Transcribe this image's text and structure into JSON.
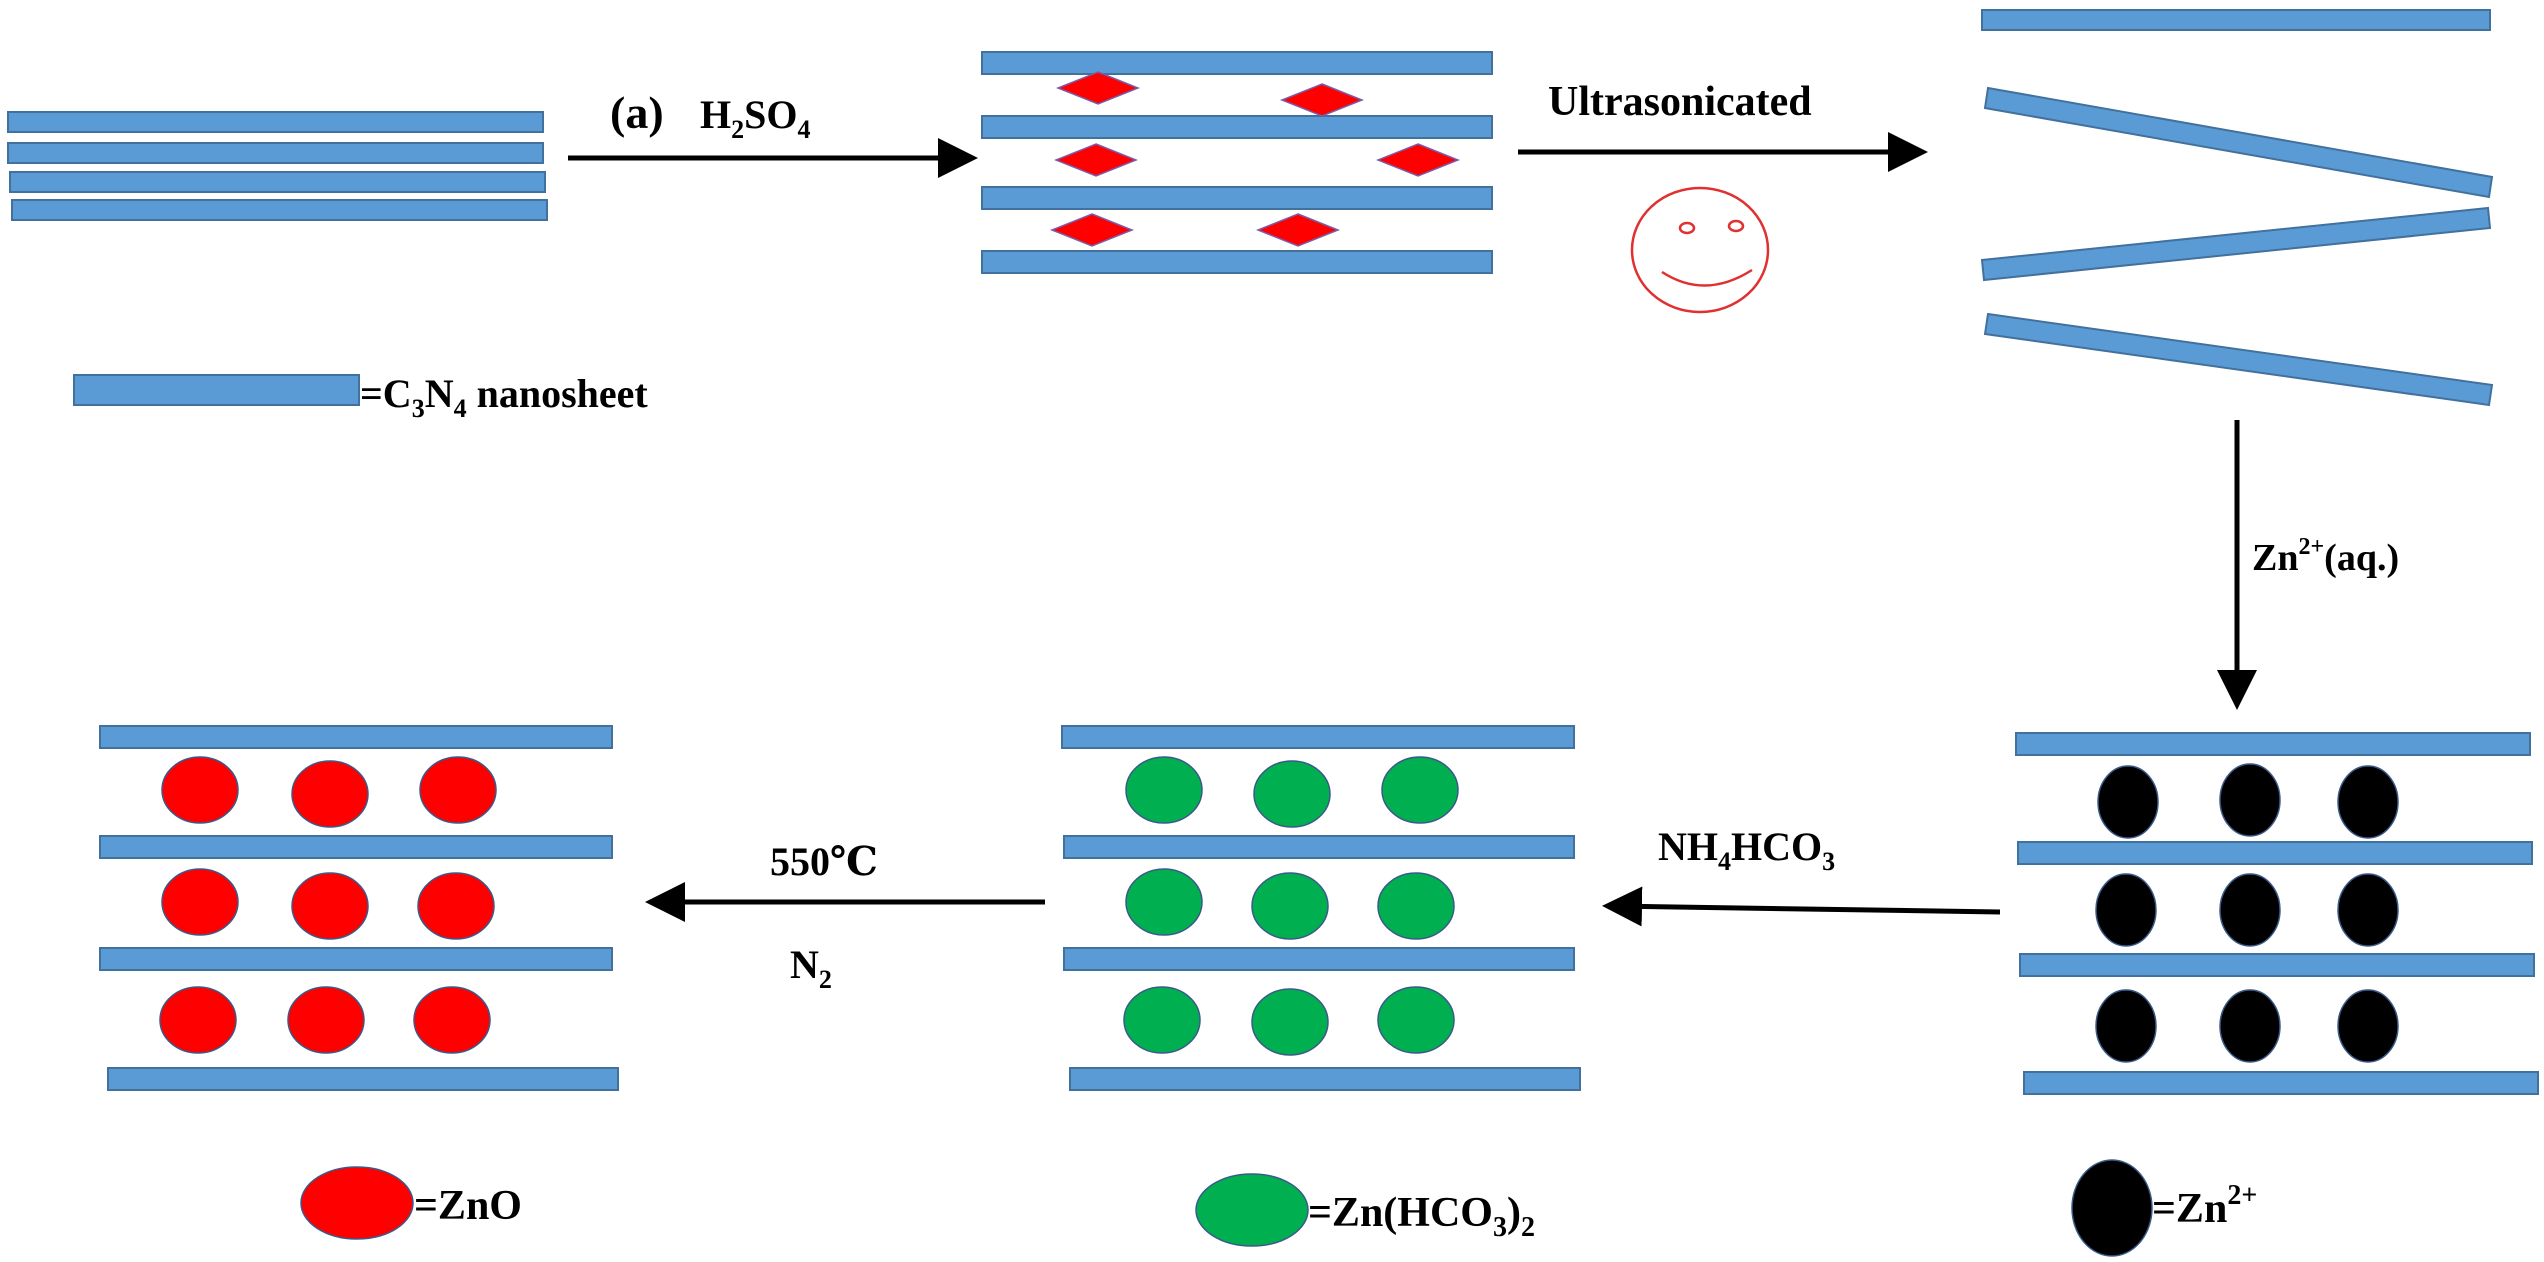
{
  "colors": {
    "sheet_fill": "#5b9bd5",
    "sheet_stroke": "#41719c",
    "h2so4_fill": "#ff0000",
    "zno_fill": "#ff0000",
    "zn_hco3_fill": "#00b050",
    "zn_ion_fill": "#000000",
    "smiley_stroke": "#e03030",
    "arrow": "#000000"
  },
  "icons": {
    "smiley": "smiley-face-icon",
    "arrow": "arrow-icon"
  },
  "labels": {
    "panel": "(a)",
    "step1": {
      "pre": "H",
      "sub1": "2",
      "mid": "SO",
      "sub2": "4"
    },
    "step2": "Ultrasonicated",
    "step3": {
      "pre": "Zn",
      "sup": "2+",
      "post": "(aq.)"
    },
    "step4": {
      "pre": "NH",
      "sub1": "4",
      "post": "HCO",
      "sub2": "3"
    },
    "step5_temp": "550℃",
    "step5_gas": {
      "pre": "N",
      "sub": "2"
    }
  },
  "legend": {
    "nanosheet": {
      "pre": "=C",
      "sub1": "3",
      "mid": "N",
      "sub2": "4",
      "post": " nanosheet"
    },
    "zno": "=ZnO",
    "zn_hco3": {
      "pre": "=Zn(HCO",
      "sub1": "3",
      "mid": ")",
      "sub2": "2"
    },
    "zn_ion": {
      "pre": "=Zn",
      "sup": "2+"
    }
  }
}
